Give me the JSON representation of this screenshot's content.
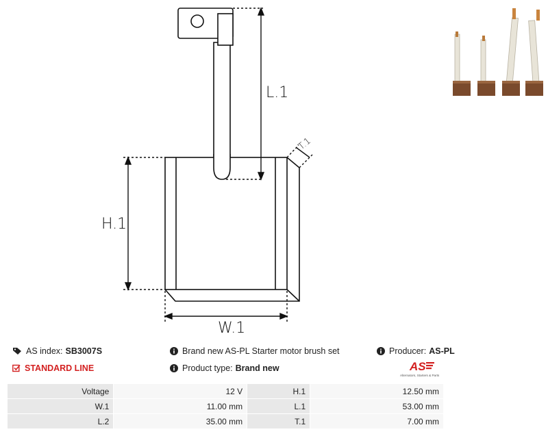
{
  "drawing": {
    "labels": {
      "l1": "L.1",
      "h1": "H.1",
      "w1": "W.1",
      "t1": "T.1"
    }
  },
  "info": {
    "as_index_label": "AS index:",
    "as_index_value": "SB3007S",
    "description": "Brand new AS-PL Starter motor brush set",
    "producer_label": "Producer:",
    "producer_value": "AS-PL",
    "line_label": "STANDARD LINE",
    "product_type_label": "Product type:",
    "product_type_value": "Brand new",
    "logo_text": "AS",
    "logo_subtext": "Alternators, Starters & Parts"
  },
  "specs": {
    "rows": [
      {
        "k1": "Voltage",
        "v1": "12 V",
        "k2": "H.1",
        "v2": "12.50 mm"
      },
      {
        "k1": "W.1",
        "v1": "11.00 mm",
        "k2": "L.1",
        "v2": "53.00 mm"
      },
      {
        "k1": "L.2",
        "v1": "35.00 mm",
        "k2": "T.1",
        "v2": "7.00 mm"
      }
    ]
  },
  "colors": {
    "accent_red": "#d32020",
    "brush_copper": "#7a4a2c",
    "wire_insulation": "#e8e4d8"
  }
}
